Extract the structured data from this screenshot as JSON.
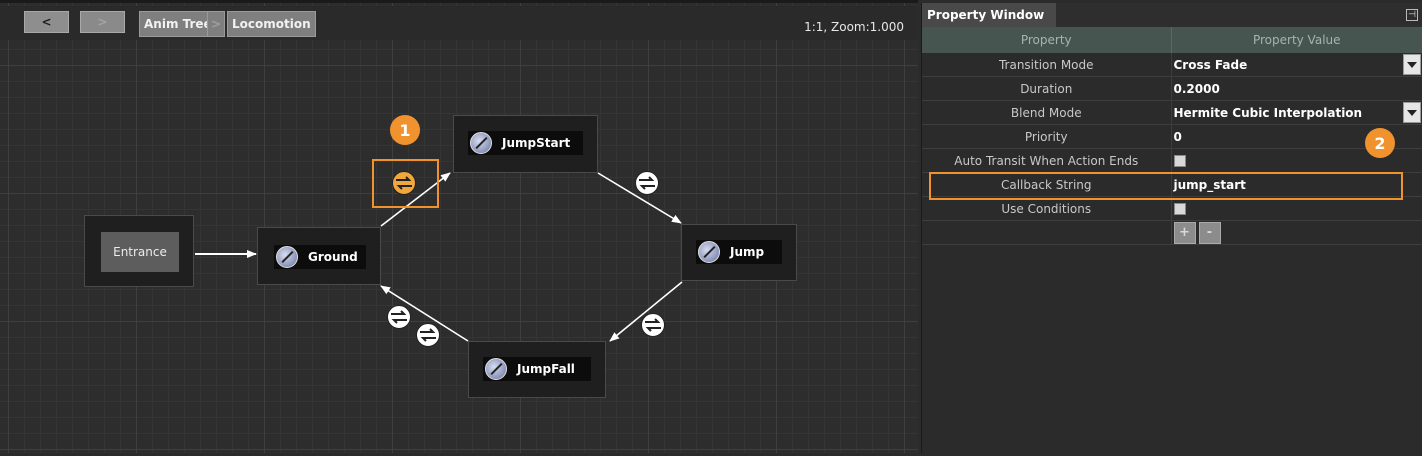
{
  "toolbar": {
    "back_label": "<",
    "forward_label": ">",
    "breadcrumbs": [
      "Anim Tree",
      ">",
      "Locomotion"
    ],
    "zoom_label": "1:1, Zoom:1.000"
  },
  "graph": {
    "entrance_label": "Entrance",
    "nodes": [
      "Ground",
      "JumpStart",
      "Jump",
      "JumpFall"
    ],
    "badge_1": "1",
    "badge_2": "2"
  },
  "property_window": {
    "title": "Property Window",
    "header": {
      "property": "Property",
      "value": "Property Value"
    },
    "rows": [
      {
        "name": "Transition Mode",
        "value": "Cross Fade",
        "type": "dropdown"
      },
      {
        "name": "Duration",
        "value": "0.2000",
        "type": "text"
      },
      {
        "name": "Blend Mode",
        "value": "Hermite Cubic Interpolation",
        "type": "dropdown"
      },
      {
        "name": "Priority",
        "value": "0",
        "type": "text"
      },
      {
        "name": "Auto Transit When Action Ends",
        "value": "",
        "type": "checkbox"
      },
      {
        "name": "Callback String",
        "value": "jump_start",
        "type": "text"
      },
      {
        "name": "Use Conditions",
        "value": "",
        "type": "checkbox"
      }
    ],
    "add_label": "+",
    "remove_label": "-"
  },
  "colors": {
    "highlight": "#f0932f",
    "header_bg": "#46554f"
  }
}
